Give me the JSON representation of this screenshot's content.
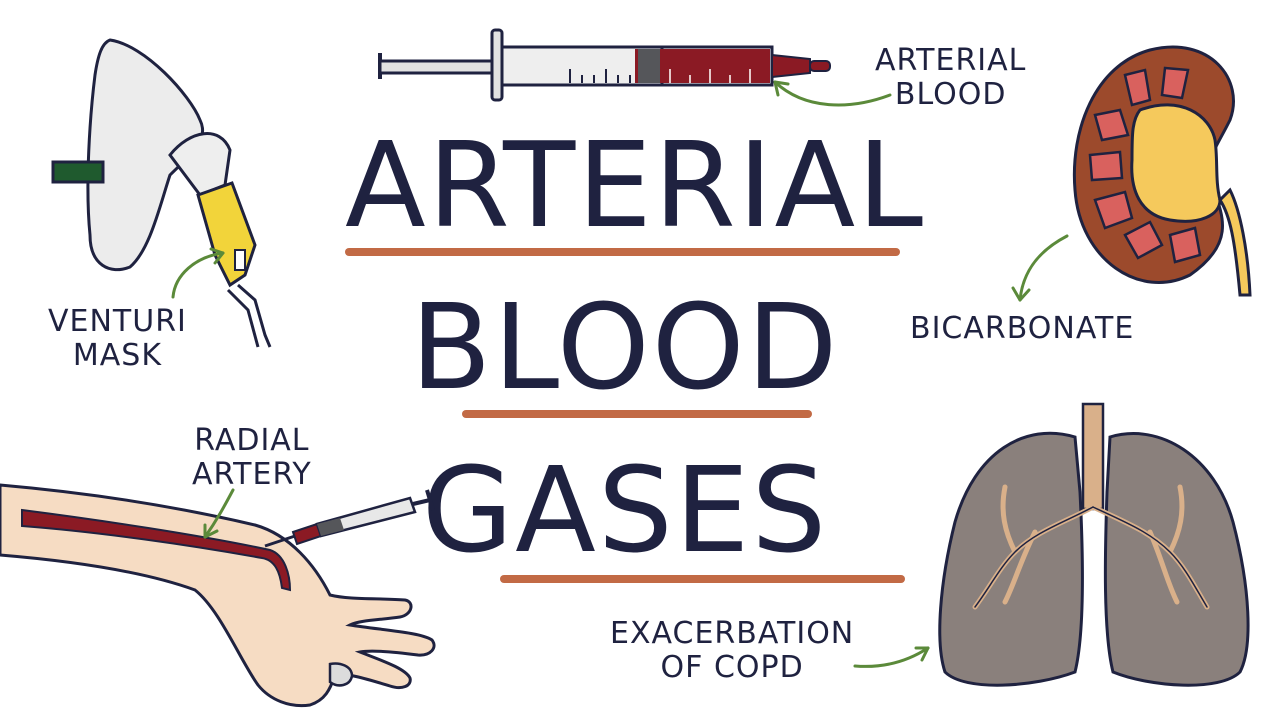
{
  "title": {
    "line1": "ARTERIAL",
    "line2": "BLOOD",
    "line3": "GASES"
  },
  "labels": {
    "arterial_blood": [
      "ARTERIAL",
      "BLOOD"
    ],
    "venturi_mask": [
      "VENTURI",
      "MASK"
    ],
    "bicarbonate": "BICARBONATE",
    "radial_artery": [
      "RADIAL",
      "ARTERY"
    ],
    "copd": [
      "EXACERBATION",
      "OF COPD"
    ]
  },
  "colors": {
    "text": "#1f2240",
    "underline": "#c26a45",
    "arrow": "#5b8a3a",
    "blood": "#8b1a24",
    "mask_yellow": "#f2d43a",
    "kidney_brown": "#9c4a2c",
    "lung_gray": "#8a807c"
  },
  "icons": [
    "syringe-icon",
    "venturi-mask-icon",
    "kidney-icon",
    "arm-icon",
    "lungs-icon"
  ]
}
